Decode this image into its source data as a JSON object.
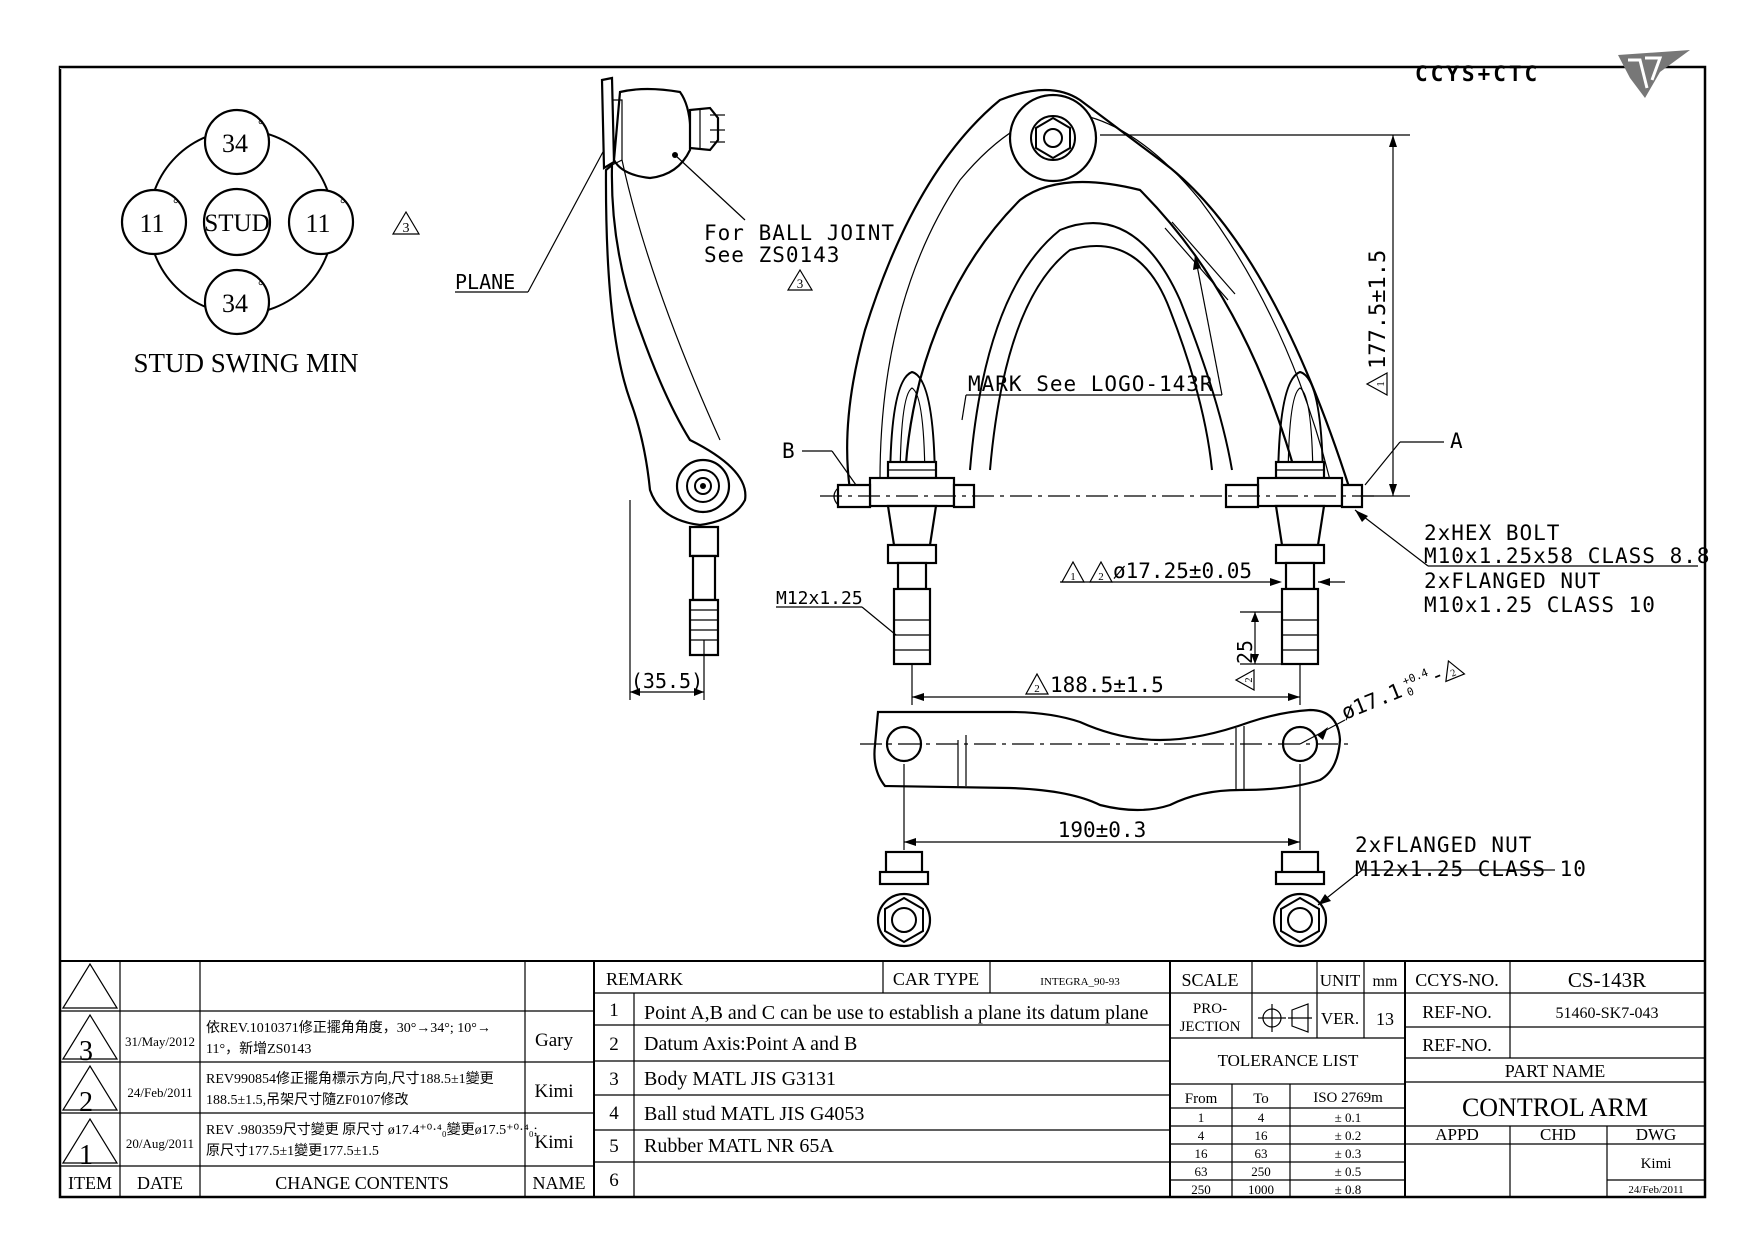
{
  "logo": {
    "text": "CCYS+CTC"
  },
  "stud_swing": {
    "center": "STUD",
    "top": "34",
    "bottom": "34",
    "left": "11",
    "right": "11",
    "deg": "°",
    "caption": "STUD SWING MIN",
    "rev_mark": "3"
  },
  "side_view": {
    "plane_label": "PLANE",
    "ball_joint_line1": "For BALL JOINT",
    "ball_joint_line2": "See ZS0143",
    "ball_joint_rev": "3",
    "dim_35_5": "(35.5)"
  },
  "top_view": {
    "mark_label": "MARK See LOGO-143R",
    "label_a": "A",
    "label_b": "B",
    "dim_177": "177.5±1.5",
    "dim_177_rev": "1",
    "hex_bolt_1": "2xHEX BOLT",
    "hex_bolt_2": "M10x1.25x58 CLASS 8.8",
    "flanged_nut_1": "2xFLANGED NUT",
    "flanged_nut_2": "M10x1.25 CLASS 10",
    "dim_17_25": "ø17.25±0.05",
    "dim_17_25_rev1": "1",
    "dim_17_25_rev2": "2",
    "thread_label": "M12x1.25",
    "dim_25": "25",
    "dim_25_rev": "2",
    "dim_188": "188.5±1.5",
    "dim_188_rev": "2"
  },
  "bracket_view": {
    "dim_17_1": "ø17.1",
    "dim_17_1_tol_up": "+0.4",
    "dim_17_1_tol_dn": "0",
    "dim_17_1_rev": "2",
    "dim_190": "190±0.3",
    "nut_1": "2xFLANGED NUT",
    "nut_2": "M12x1.25 CLASS 10"
  },
  "revisions": {
    "headers": {
      "item": "ITEM",
      "date": "DATE",
      "contents": "CHANGE CONTENTS",
      "name": "NAME"
    },
    "rows": [
      {
        "item": "3",
        "date": "31/May/2012",
        "contents_1": "依REV.1010371修正擺角角度，30°→34°; 10°→",
        "contents_2": "11°，新增ZS0143",
        "name": "Gary"
      },
      {
        "item": "2",
        "date": "24/Feb/2011",
        "contents_1": "REV990854修正擺角標示方向,尺寸188.5±1變更",
        "contents_2": "188.5±1.5,吊架尺寸隨ZF0107修改",
        "name": "Kimi"
      },
      {
        "item": "1",
        "date": "20/Aug/2011",
        "contents_1": "REV .980359尺寸變更 原尺寸 ø17.4⁺⁰·⁴₀變更ø17.5⁺⁰·⁴₀;",
        "contents_2": "原尺寸177.5±1變更177.5±1.5",
        "name": "Kimi"
      }
    ]
  },
  "remarks": {
    "header": "REMARK",
    "car_type_label": "CAR TYPE",
    "car_type": "INTEGRA_90-93",
    "rows": [
      {
        "n": "1",
        "text": "Point A,B and C can be use to establish a plane its datum plane"
      },
      {
        "n": "2",
        "text": "Datum Axis:Point A and B"
      },
      {
        "n": "3",
        "text": "Body MATL JIS G3131"
      },
      {
        "n": "4",
        "text": "Ball stud MATL JIS G4053"
      },
      {
        "n": "5",
        "text": "Rubber MATL NR 65A"
      },
      {
        "n": "6",
        "text": ""
      }
    ]
  },
  "spec": {
    "scale_label": "SCALE",
    "unit_label": "UNIT",
    "unit": "mm",
    "projection_1": "PRO-",
    "projection_2": "JECTION",
    "ver_label": "VER.",
    "ver": "13",
    "tolerance_title": "TOLERANCE LIST",
    "tol_headers": {
      "from": "From",
      "to": "To",
      "iso": "ISO 2769m"
    },
    "tolerances": [
      {
        "from": "1",
        "to": "4",
        "tol": "± 0.1"
      },
      {
        "from": "4",
        "to": "16",
        "tol": "± 0.2"
      },
      {
        "from": "16",
        "to": "63",
        "tol": "± 0.3"
      },
      {
        "from": "63",
        "to": "250",
        "tol": "± 0.5"
      },
      {
        "from": "250",
        "to": "1000",
        "tol": "± 0.8"
      }
    ]
  },
  "titleblock": {
    "ccys_label": "CCYS-NO.",
    "ccys_no": "CS-143R",
    "ref_label": "REF-NO.",
    "ref_no": "51460-SK7-043",
    "ref_label_2": "REF-NO.",
    "ref_no_2": "",
    "part_name_label": "PART NAME",
    "part_name": "CONTROL ARM",
    "appd": "APPD",
    "chd": "CHD",
    "dwg": "DWG",
    "dwg_name": "Kimi",
    "dwg_date": "24/Feb/2011"
  }
}
